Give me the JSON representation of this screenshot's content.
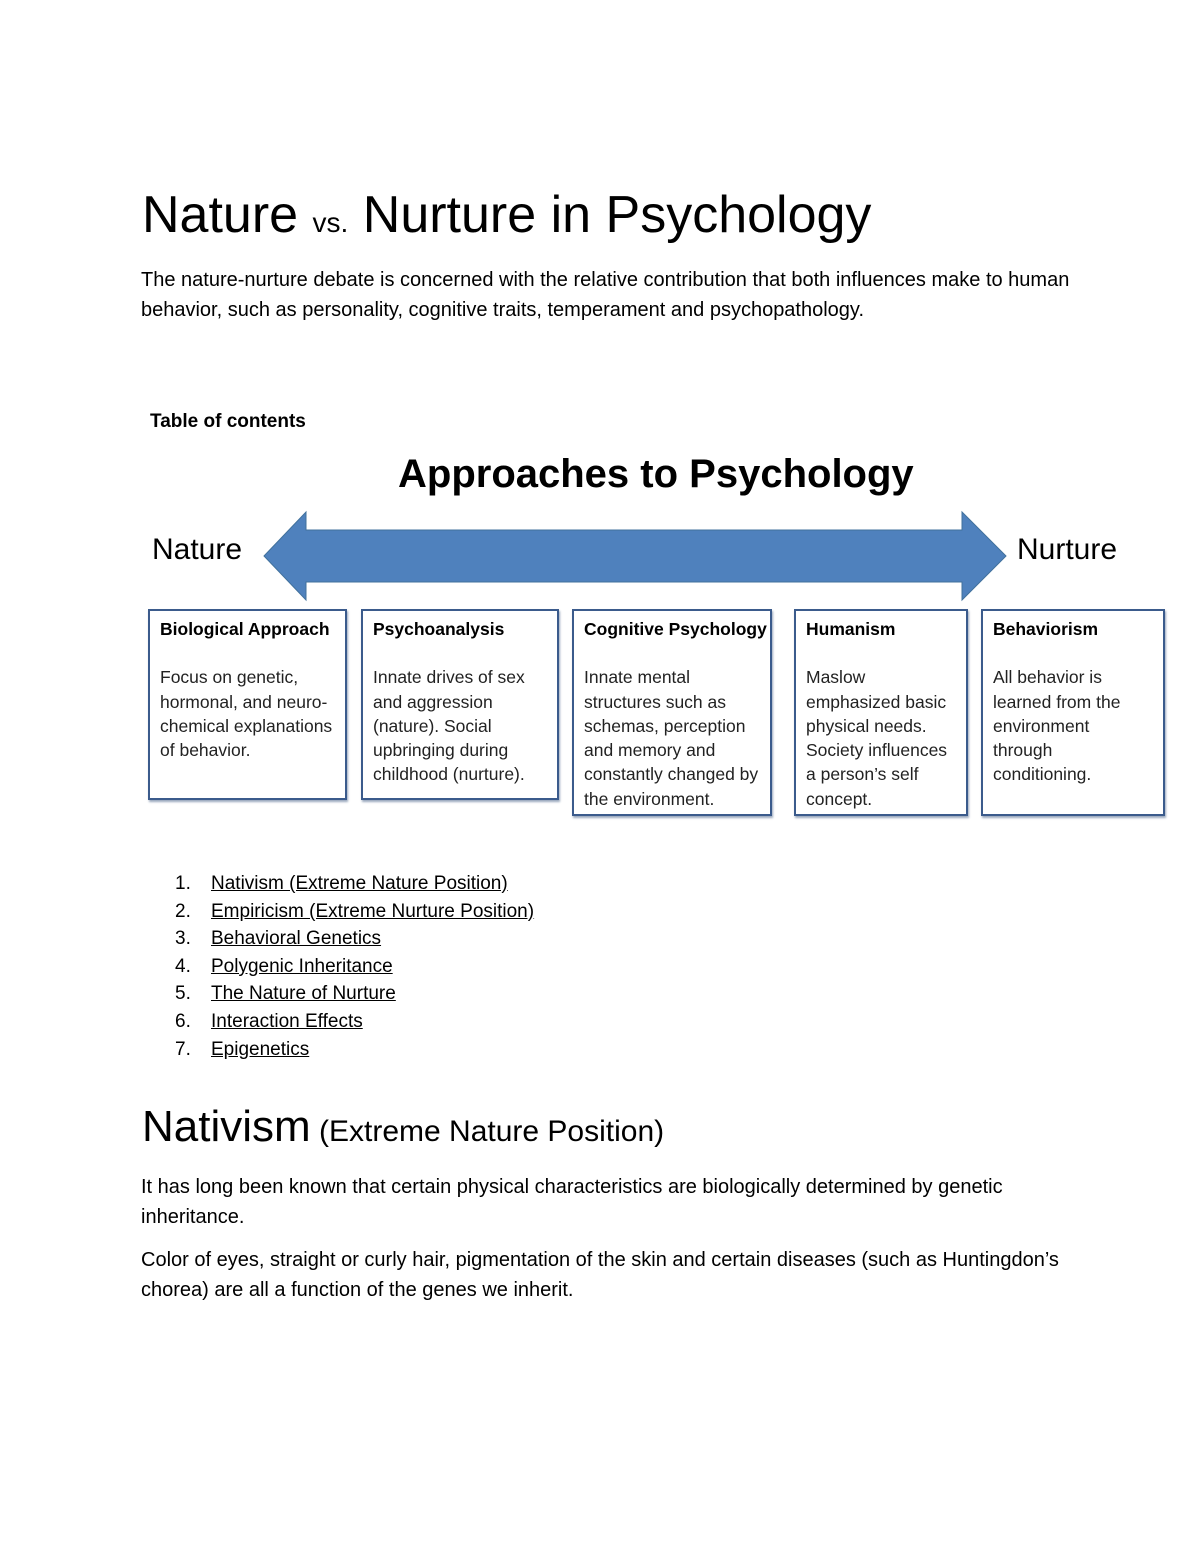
{
  "title": {
    "part1": "Nature ",
    "vs": "vs.",
    "part2": " Nurture in Psychology"
  },
  "intro": "The nature-nurture debate is concerned with the relative contribution that both influences make to human behavior, such as personality, cognitive traits, temperament and psychopathology.",
  "toc_heading": "Table of contents",
  "diagram": {
    "title": "Approaches to Psychology",
    "left_label": "Nature",
    "right_label": "Nurture",
    "arrow_color": "#4f81bd",
    "boxes": [
      {
        "heading": "Biological Approach",
        "text": "Focus on genetic, hormonal, and neuro-chemical explanations of behavior."
      },
      {
        "heading": "Psychoanalysis",
        "text": "Innate drives of sex and aggression (nature). Social upbringing during childhood (nurture)."
      },
      {
        "heading": "Cognitive Psychology",
        "text": "Innate mental structures such as schemas, perception and memory and constantly changed by the environment."
      },
      {
        "heading": "Humanism",
        "text": "Maslow emphasized basic physical needs. Society influences a person’s self concept."
      },
      {
        "heading": "Behaviorism",
        "text": "All behavior is learned from the environment through conditioning."
      }
    ]
  },
  "toc": [
    {
      "num": "1.",
      "label": "Nativism (Extreme Nature Position)"
    },
    {
      "num": "2.",
      "label": "Empiricism (Extreme Nurture Position)"
    },
    {
      "num": "3.",
      "label": "Behavioral Genetics"
    },
    {
      "num": "4.",
      "label": "Polygenic Inheritance"
    },
    {
      "num": "5.",
      "label": "The Nature of Nurture"
    },
    {
      "num": "6.",
      "label": "Interaction Effects"
    },
    {
      "num": "7.",
      "label": "Epigenetics"
    }
  ],
  "section": {
    "heading": "Nativism",
    "subheading": " (Extreme Nature Position)",
    "paragraphs": [
      "It has long been known that certain physical characteristics are biologically determined by genetic inheritance.",
      "Color of eyes, straight or curly hair, pigmentation of the skin and certain diseases (such as Huntingdon’s chorea) are all a function of the genes we inherit."
    ]
  }
}
